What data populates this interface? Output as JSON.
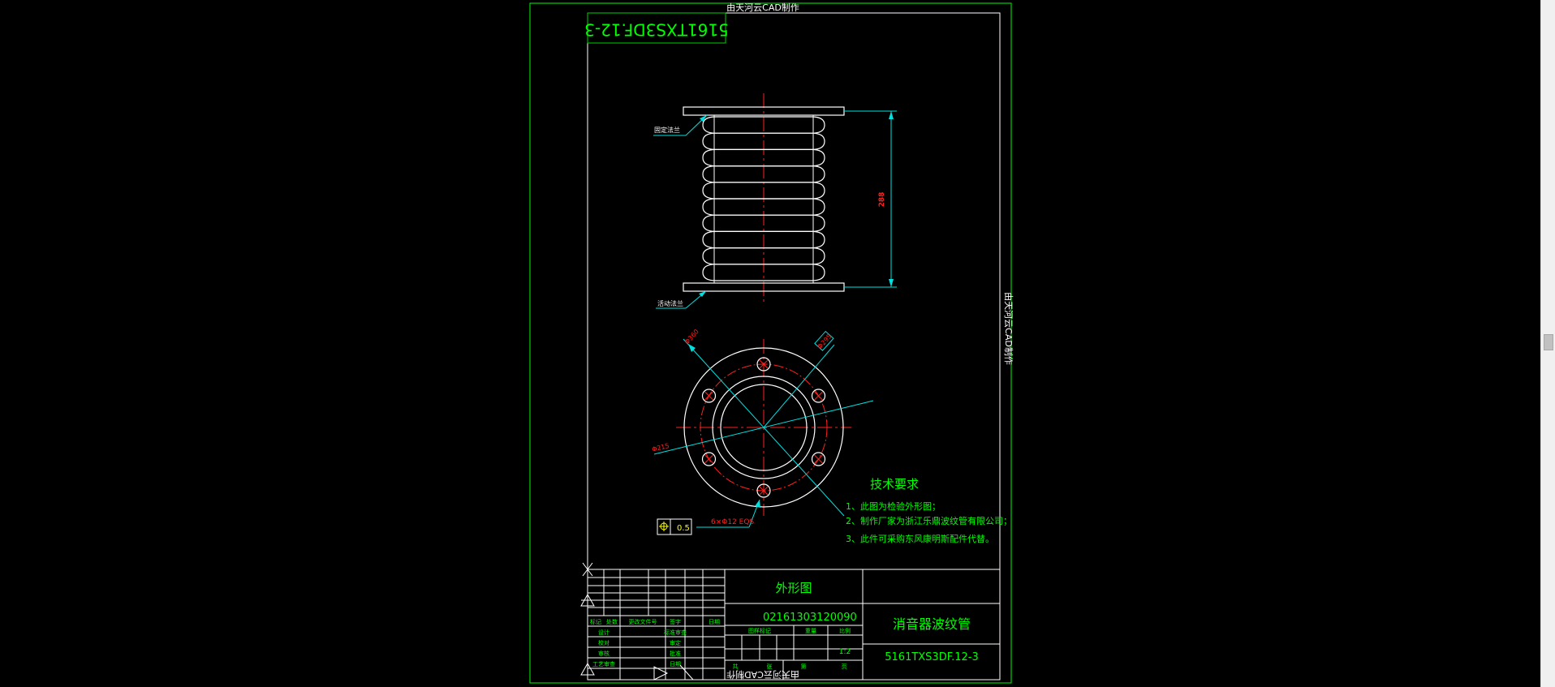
{
  "watermark": "由天河云CAD制作",
  "drawing_no_mirrored": "5161TXS3DF.12-3",
  "labels": {
    "upper_flange": "固定法兰",
    "lower_flange": "活动法兰",
    "length_dim": "288",
    "dia_outer": "Φ360",
    "dia_hole_circle": "Φ295",
    "dia_inner": "Φ215",
    "hole_spec": "6×Φ12 EQS",
    "tolerance_value": "0.5"
  },
  "tech": {
    "title": "技术要求",
    "items": [
      "1、此图为检验外形图；",
      "2、制作厂家为浙江乐鼎波纹管有限公司；",
      "3、此件可采购东风康明斯配件代替。"
    ]
  },
  "title_block": {
    "view_name": "外形图",
    "part_code": "02161303120090",
    "part_name": "消音器波纹管",
    "drawing_no": "5161TXS3DF.12-3",
    "header_row": [
      "标记",
      "处数",
      "更改文件号",
      "签字",
      "日期"
    ],
    "left_rows": [
      "设计",
      "校对",
      "审核",
      "工艺审查"
    ],
    "mid_rows": [
      "标准审查",
      "审定",
      "批准",
      "日期"
    ],
    "stage_label": "图样标记",
    "weight_label": "重量",
    "scale_label": "比例",
    "scale_value": "1:2",
    "total_label": "共",
    "sheet_word": "张",
    "page_label": "第",
    "page_word": "页"
  },
  "colors": {
    "border": "#00d000",
    "line": "#ffffff",
    "center": "#ff2020",
    "dim": "#00e0e0",
    "text": "#00ff00",
    "yellow": "#ffff00"
  }
}
